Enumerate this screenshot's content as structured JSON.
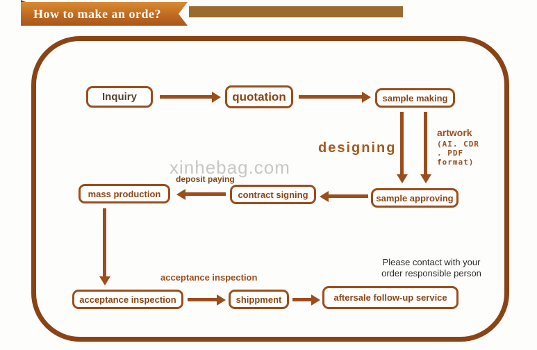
{
  "banner": {
    "title": "How to make an orde?"
  },
  "watermark": {
    "text": "xinhebag.com"
  },
  "colors": {
    "accent": "#9b4d1c",
    "frame": "#8a4314",
    "banner_top": "#d98a33",
    "banner_bottom": "#a9571c",
    "title_bar": "#9a6a2f",
    "watermark": "#b5b5b5"
  },
  "diagram": {
    "nodes": {
      "inquiry": "Inquiry",
      "quotation": "quotation",
      "sample_making": "sample making",
      "sample_approving": "sample approving",
      "contract_signing": "contract signing",
      "mass_production": "mass production",
      "acceptance_inspection": "acceptance inspection",
      "shippment": "shippment",
      "aftersale": "aftersale follow-up service"
    },
    "labels": {
      "designing": "designing",
      "artwork_title": "artwork",
      "artwork_format": "(AI. CDR\n. PDF\nformat)",
      "deposit_paying": "deposit paying",
      "acceptance_inspection": "acceptance inspection",
      "contact_note": "Please contact with your\norder responsible person"
    }
  }
}
